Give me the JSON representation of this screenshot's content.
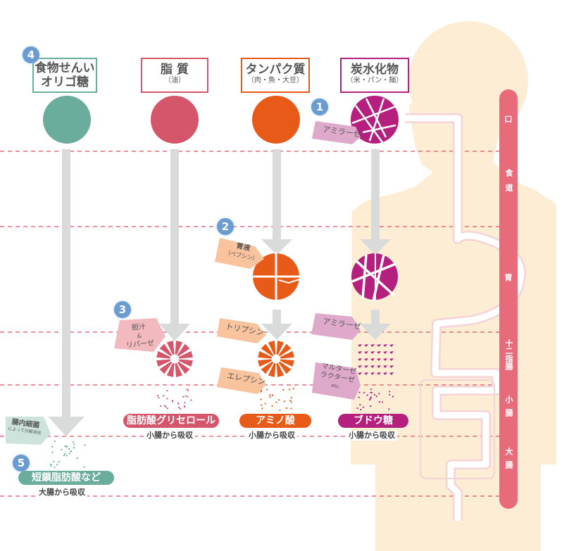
{
  "colors": {
    "fiber": "#6aad9c",
    "fat": "#d5556a",
    "protein": "#e85a18",
    "carb": "#b51f7d",
    "arrow": "#d9dada",
    "body": "#fcedd4",
    "tract": "#f5d3d6",
    "organ_bar": "#e86b7c",
    "dashed_line": "#e86b7c",
    "badge": "#6a9bd1",
    "enzyme_protein": "#f8c39d",
    "enzyme_fat": "#f2b9bf",
    "enzyme_carb": "#dfa9cc",
    "enzyme_fiber": "#cde3dc"
  },
  "columns": [
    {
      "id": "fiber",
      "title_line1": "食物せんい",
      "title_line2": "オリゴ糖",
      "subtitle": "",
      "badge": "4",
      "result": "短鎖脂肪酸など",
      "absorb": "大腸から吸収"
    },
    {
      "id": "fat",
      "title_line1": "脂 質",
      "subtitle": "（油）",
      "badge": "3",
      "result": "脂肪酸グリセロール",
      "absorb": "小腸から吸収"
    },
    {
      "id": "protein",
      "title_line1": "タンパク質",
      "subtitle": "（肉・魚・大豆）",
      "badge": "2",
      "result": "アミノ酸",
      "absorb": "小腸から吸収"
    },
    {
      "id": "carb",
      "title_line1": "炭水化物",
      "subtitle": "（米・パン・麺）",
      "badge": "1",
      "result": "ブドウ糖",
      "absorb": "小腸から吸収"
    }
  ],
  "enzymes": {
    "carb_mouth": "アミラーゼ",
    "protein_stomach_line1": "胃液",
    "protein_stomach_line2": "（ペプシン）",
    "fat_duodenum_line1": "胆汁",
    "fat_duodenum_line2": "&",
    "fat_duodenum_line3": "リパーゼ",
    "protein_duodenum": "トリプシン",
    "protein_small": "エレプシン",
    "carb_duodenum": "アミラーゼ",
    "carb_small_line1": "マルターゼ",
    "carb_small_line2": "ラクターゼ",
    "carb_small_line3": "etc.",
    "fiber_large_line1": "腸内細菌",
    "fiber_large_line2": "によって分解消化"
  },
  "organs": [
    {
      "label": "口"
    },
    {
      "label": "食道"
    },
    {
      "label": "胃"
    },
    {
      "label": "十二指腸"
    },
    {
      "label": "小腸"
    },
    {
      "label": "大腸"
    }
  ]
}
